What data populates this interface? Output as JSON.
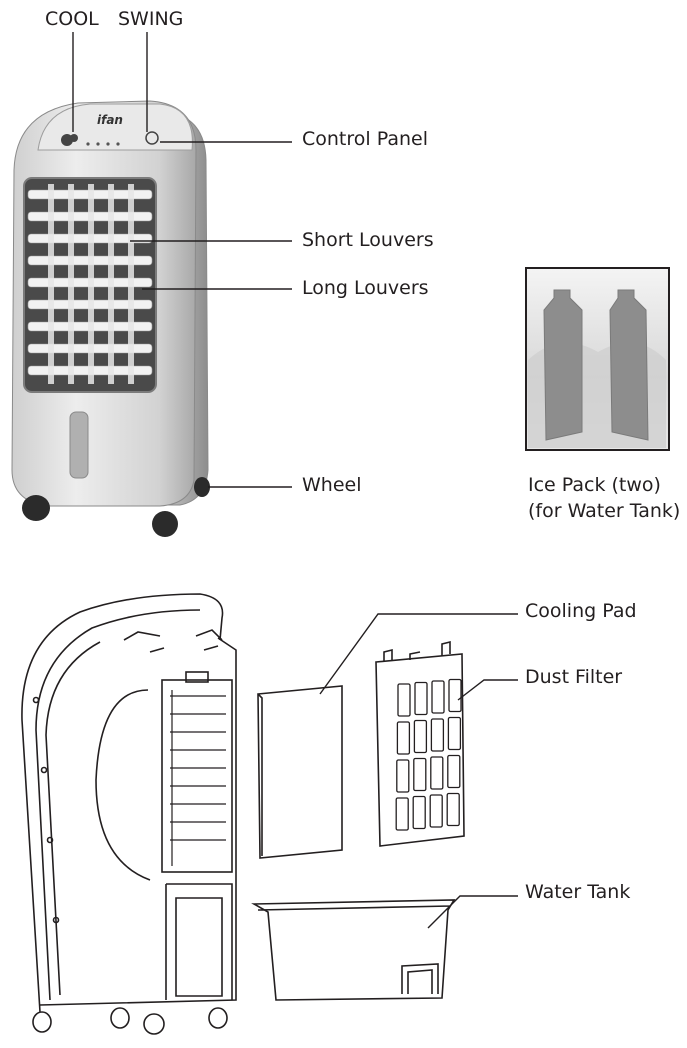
{
  "labels": {
    "cool": "COOL",
    "swing": "SWING",
    "control_panel": "Control Panel",
    "short_louvers": "Short Louvers",
    "long_louvers": "Long Louvers",
    "wheel": "Wheel",
    "ice_pack_line1": "Ice Pack (two)",
    "ice_pack_line2": "(for Water Tank)",
    "cooling_pad": "Cooling Pad",
    "dust_filter": "Dust Filter",
    "water_tank": "Water Tank"
  },
  "device": {
    "brand_logo": "ifan",
    "cool_icon": "snowflake-fan-icon",
    "swing_icon": "oscillation-icon"
  },
  "colors": {
    "line": "#231f20",
    "body_gray": "#d9d9d9",
    "body_dark": "#9a9a9a",
    "ice_pack_gray": "#8f8f8f"
  }
}
